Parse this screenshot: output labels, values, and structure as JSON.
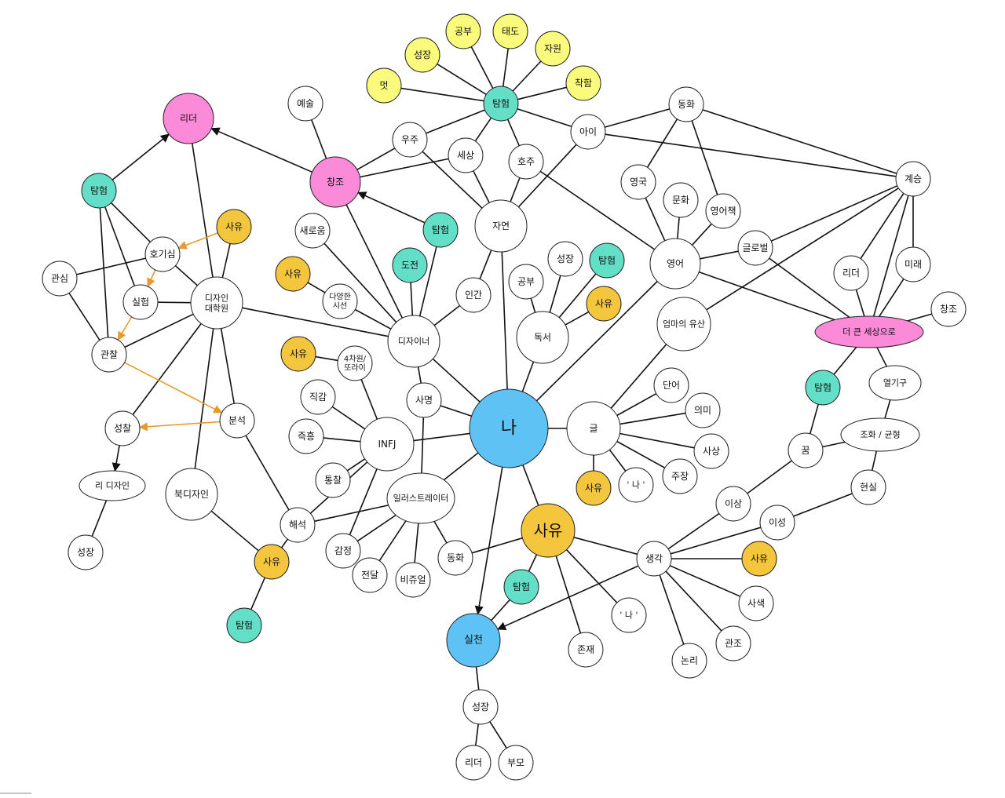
{
  "colors": {
    "white": "#ffffff",
    "yellow": "#fafa7d",
    "mint": "#62dfc6",
    "pink": "#fb8ad8",
    "gold": "#f4c63e",
    "blue": "#5ec2f5",
    "edge": "#111111",
    "edge_orange": "#e69a2e"
  },
  "nodes": [
    {
      "id": "n01",
      "text": "나",
      "color": "blue"
    },
    {
      "id": "n02",
      "text": "사유",
      "color": "gold"
    },
    {
      "id": "n03",
      "text": "실천",
      "color": "blue"
    },
    {
      "id": "n04",
      "text": "자연",
      "color": "white"
    },
    {
      "id": "n05",
      "text": "탐험",
      "color": "mint"
    },
    {
      "id": "n06",
      "text": "멋",
      "color": "yellow"
    },
    {
      "id": "n07",
      "text": "성장",
      "color": "yellow"
    },
    {
      "id": "n08",
      "text": "공부",
      "color": "yellow"
    },
    {
      "id": "n09",
      "text": "태도",
      "color": "yellow"
    },
    {
      "id": "n10",
      "text": "자원",
      "color": "yellow"
    },
    {
      "id": "n11",
      "text": "착함",
      "color": "yellow"
    },
    {
      "id": "n12",
      "text": "우주",
      "color": "white"
    },
    {
      "id": "n13",
      "text": "세상",
      "color": "white"
    },
    {
      "id": "n14",
      "text": "호주",
      "color": "white"
    },
    {
      "id": "n15",
      "text": "아이",
      "color": "white"
    },
    {
      "id": "n16",
      "text": "예술",
      "color": "white"
    },
    {
      "id": "n17",
      "text": "창조",
      "color": "pink"
    },
    {
      "id": "n18",
      "text": "리더",
      "color": "pink"
    },
    {
      "id": "n19",
      "text": "탐험",
      "color": "mint"
    },
    {
      "id": "n20",
      "text": "사유",
      "color": "gold"
    },
    {
      "id": "n21",
      "text": "호기심",
      "color": "white"
    },
    {
      "id": "n22",
      "text": "관심",
      "color": "white"
    },
    {
      "id": "n23",
      "text": "실험",
      "color": "white"
    },
    {
      "id": "n24",
      "text": "디자인 대학원",
      "color": "white"
    },
    {
      "id": "n25",
      "text": "관찰",
      "color": "white"
    },
    {
      "id": "n26",
      "text": "분석",
      "color": "white"
    },
    {
      "id": "n27",
      "text": "성찰",
      "color": "white"
    },
    {
      "id": "n28",
      "text": "리 디자인",
      "color": "white"
    },
    {
      "id": "n29",
      "text": "성장",
      "color": "white"
    },
    {
      "id": "n30",
      "text": "북디자인",
      "color": "white"
    },
    {
      "id": "n31",
      "text": "새로움",
      "color": "white"
    },
    {
      "id": "n32",
      "text": "탐험",
      "color": "mint"
    },
    {
      "id": "n33",
      "text": "도전",
      "color": "mint"
    },
    {
      "id": "n34",
      "text": "사유",
      "color": "gold"
    },
    {
      "id": "n35",
      "text": "다양한 시선",
      "color": "white"
    },
    {
      "id": "n36",
      "text": "디자이너",
      "color": "white"
    },
    {
      "id": "n37",
      "text": "인간",
      "color": "white"
    },
    {
      "id": "n38",
      "text": "공부",
      "color": "white"
    },
    {
      "id": "n39",
      "text": "성장",
      "color": "white"
    },
    {
      "id": "n40",
      "text": "탐험",
      "color": "mint"
    },
    {
      "id": "n41",
      "text": "사유",
      "color": "gold"
    },
    {
      "id": "n42",
      "text": "독서",
      "color": "white"
    },
    {
      "id": "n43",
      "text": "사유",
      "color": "gold"
    },
    {
      "id": "n44",
      "text": "4차원/ 또라이",
      "color": "white"
    },
    {
      "id": "n45",
      "text": "직감",
      "color": "white"
    },
    {
      "id": "n46",
      "text": "사명",
      "color": "white"
    },
    {
      "id": "n47",
      "text": "즉흥",
      "color": "white"
    },
    {
      "id": "n48",
      "text": "INFJ",
      "color": "white"
    },
    {
      "id": "n49",
      "text": "통찰",
      "color": "white"
    },
    {
      "id": "n50",
      "text": "일러스트레이터",
      "color": "white"
    },
    {
      "id": "n51",
      "text": "해석",
      "color": "white"
    },
    {
      "id": "n52",
      "text": "사유",
      "color": "gold"
    },
    {
      "id": "n53",
      "text": "탐험",
      "color": "mint"
    },
    {
      "id": "n54",
      "text": "감정",
      "color": "white"
    },
    {
      "id": "n55",
      "text": "전달",
      "color": "white"
    },
    {
      "id": "n56",
      "text": "비쥬얼",
      "color": "white"
    },
    {
      "id": "n57",
      "text": "동화",
      "color": "white"
    },
    {
      "id": "n58",
      "text": "탐험",
      "color": "mint"
    },
    {
      "id": "n59",
      "text": "존재",
      "color": "white"
    },
    {
      "id": "n60",
      "text": "' 나 '",
      "color": "white"
    },
    {
      "id": "n61",
      "text": "성장",
      "color": "white"
    },
    {
      "id": "n62",
      "text": "리더",
      "color": "white"
    },
    {
      "id": "n63",
      "text": "부모",
      "color": "white"
    },
    {
      "id": "n64",
      "text": "글",
      "color": "white"
    },
    {
      "id": "n65",
      "text": "단어",
      "color": "white"
    },
    {
      "id": "n66",
      "text": "의미",
      "color": "white"
    },
    {
      "id": "n67",
      "text": "사상",
      "color": "white"
    },
    {
      "id": "n68",
      "text": "주장",
      "color": "white"
    },
    {
      "id": "n69",
      "text": "' 나 '",
      "color": "white"
    },
    {
      "id": "n70",
      "text": "사유",
      "color": "gold"
    },
    {
      "id": "n71",
      "text": "엄마의 유산",
      "color": "white"
    },
    {
      "id": "n72",
      "text": "영어",
      "color": "white"
    },
    {
      "id": "n73",
      "text": "동화",
      "color": "white"
    },
    {
      "id": "n74",
      "text": "영국",
      "color": "white"
    },
    {
      "id": "n75",
      "text": "문화",
      "color": "white"
    },
    {
      "id": "n76",
      "text": "영어책",
      "color": "white"
    },
    {
      "id": "n77",
      "text": "글로벌",
      "color": "white"
    },
    {
      "id": "n78",
      "text": "계승",
      "color": "white"
    },
    {
      "id": "n79",
      "text": "리더",
      "color": "white"
    },
    {
      "id": "n80",
      "text": "미래",
      "color": "white"
    },
    {
      "id": "n81",
      "text": "창조",
      "color": "white"
    },
    {
      "id": "n82",
      "text": "더 큰 세상으로",
      "color": "pink"
    },
    {
      "id": "n83",
      "text": "탐험",
      "color": "mint"
    },
    {
      "id": "n84",
      "text": "열기구",
      "color": "white"
    },
    {
      "id": "n85",
      "text": "조화 / 균형",
      "color": "white"
    },
    {
      "id": "n86",
      "text": "꿈",
      "color": "white"
    },
    {
      "id": "n87",
      "text": "현실",
      "color": "white"
    },
    {
      "id": "n88",
      "text": "이상",
      "color": "white"
    },
    {
      "id": "n89",
      "text": "이성",
      "color": "white"
    },
    {
      "id": "n90",
      "text": "생각",
      "color": "white"
    },
    {
      "id": "n91",
      "text": "사유",
      "color": "gold"
    },
    {
      "id": "n92",
      "text": "사색",
      "color": "white"
    },
    {
      "id": "n93",
      "text": "관조",
      "color": "white"
    },
    {
      "id": "n94",
      "text": "논리",
      "color": "white"
    },
    {
      "id": "n95",
      "text": "' 나 '",
      "color": "white"
    }
  ]
}
